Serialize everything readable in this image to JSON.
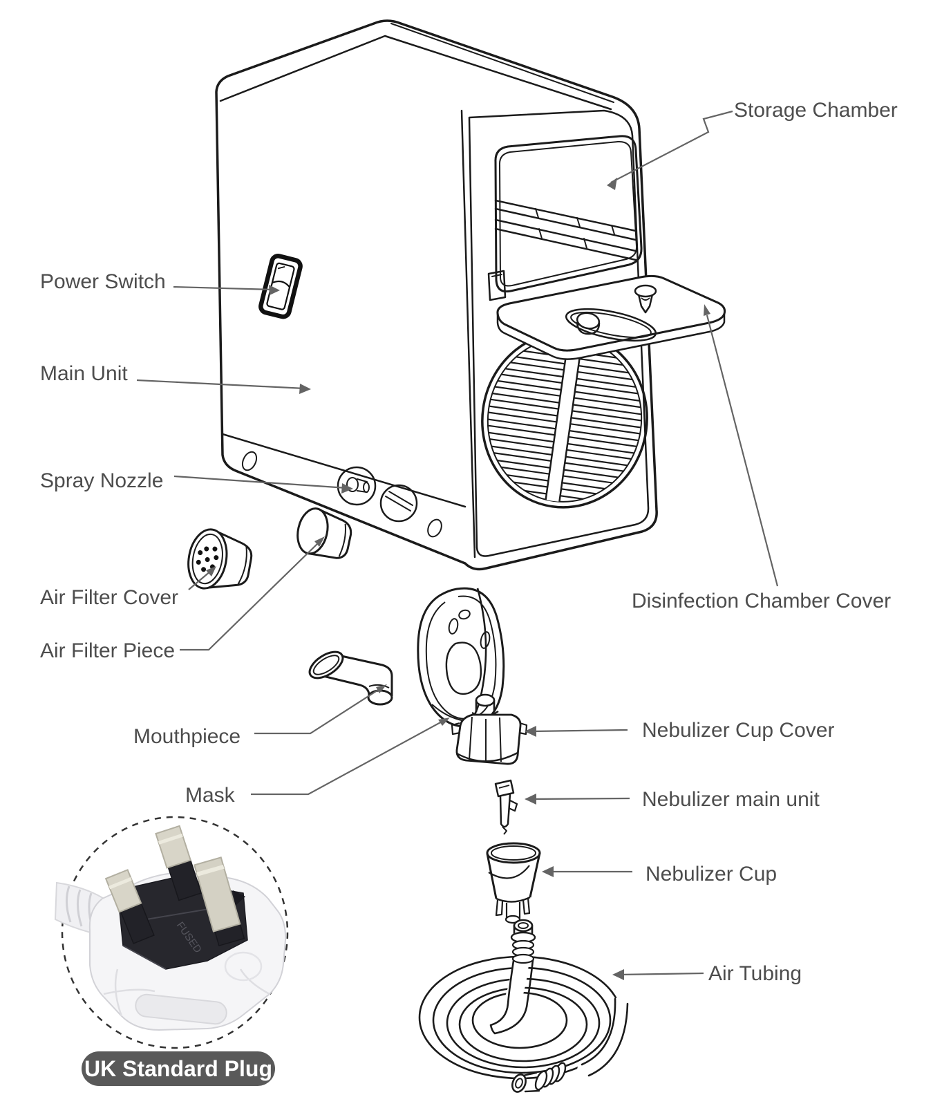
{
  "labels": {
    "storage_chamber": "Storage Chamber",
    "power_switch": "Power Switch",
    "main_unit": "Main Unit",
    "spray_nozzle": "Spray Nozzle",
    "air_filter_cover": "Air Filter Cover",
    "air_filter_piece": "Air Filter Piece",
    "mouthpiece": "Mouthpiece",
    "mask": "Mask",
    "disinfection_chamber_cover": "Disinfection Chamber Cover",
    "nebulizer_cup_cover": "Nebulizer Cup Cover",
    "nebulizer_main_unit": "Nebulizer main unit",
    "nebulizer_cup": "Nebulizer Cup",
    "air_tubing": "Air Tubing",
    "uk_plug_badge": "UK Standard Plug",
    "plug_embossed_text": "FUSED"
  },
  "colors": {
    "label_text": "#4d4d4d",
    "leader_line": "#646464",
    "line_art": "#1b1b1b",
    "badge_background": "#595959",
    "badge_text": "#ffffff",
    "plug_body": "#f5f5f7",
    "plug_pin_silver": "#d8d5c8",
    "plug_pin_black": "#222228"
  }
}
